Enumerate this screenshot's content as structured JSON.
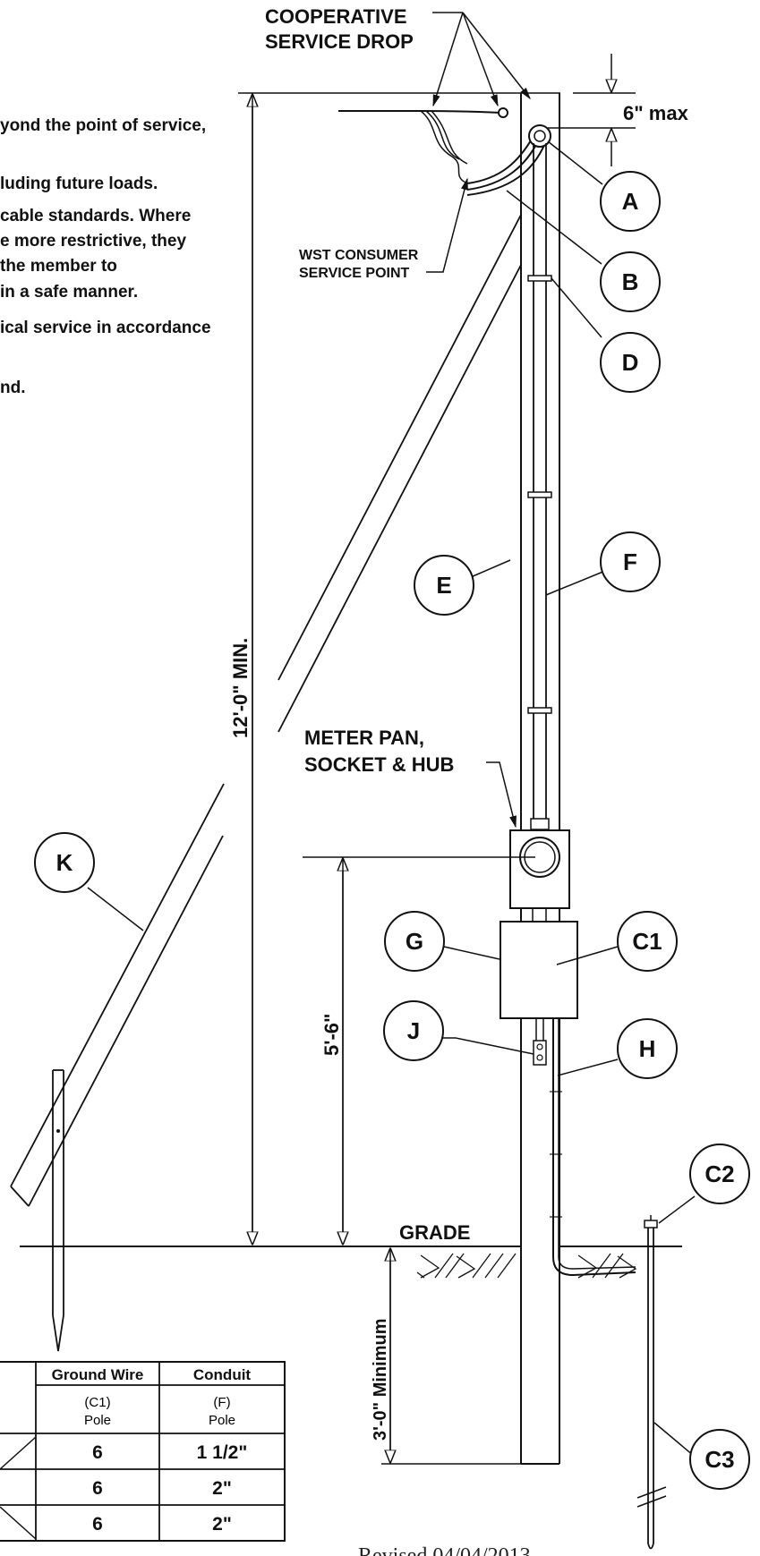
{
  "notes": {
    "lines": [
      "yond the point of service,",
      "luding future loads.",
      "cable standards.  Where",
      "e more restrictive, they",
      "the member to",
      " in a safe manner.",
      "ical service in accordance",
      "nd."
    ]
  },
  "labels": {
    "coop_line1": "COOPERATIVE",
    "coop_line2": "SERVICE DROP",
    "six_max": "6\" max",
    "wst_line1": "WST CONSUMER",
    "wst_line2": "SERVICE POINT",
    "meter_line1": "METER PAN,",
    "meter_line2": "SOCKET & HUB",
    "grade": "GRADE",
    "dim_12": "12'-0\" MIN.",
    "dim_56": "5'-6\"",
    "dim_3": "3'-0\" Minimum",
    "revised": "Revised 04/04/2013"
  },
  "callouts": {
    "A": "A",
    "B": "B",
    "D": "D",
    "E": "E",
    "F": "F",
    "G": "G",
    "C1": "C1",
    "J": "J",
    "H": "H",
    "K": "K",
    "C2": "C2",
    "C3": "C3"
  },
  "table": {
    "headers": [
      "Ground Wire",
      "Conduit"
    ],
    "subheaders": [
      [
        "(C1)",
        "Pole"
      ],
      [
        "(F)",
        "Pole"
      ]
    ],
    "rows": [
      [
        "6",
        "1 1/2\""
      ],
      [
        "6",
        "2\""
      ],
      [
        "6",
        "2\""
      ]
    ]
  }
}
